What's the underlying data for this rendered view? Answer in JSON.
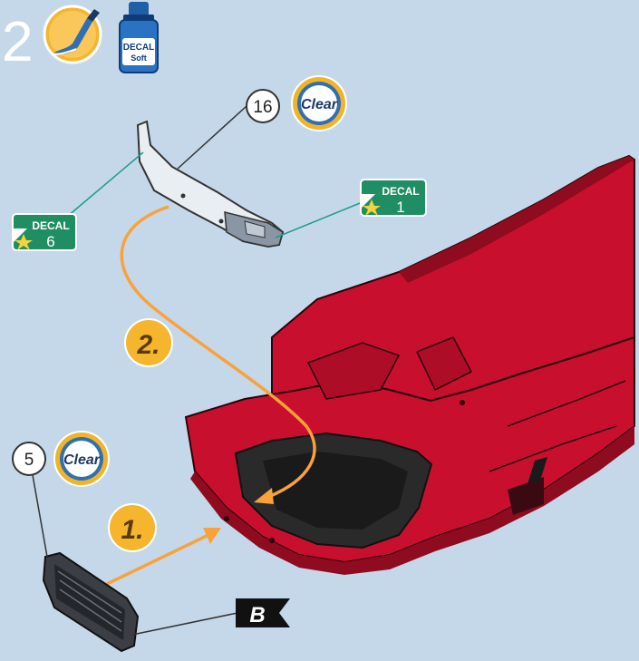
{
  "step": {
    "number": "2"
  },
  "tools": {
    "brush_icon": "paintbrush-icon",
    "decal_bottle": {
      "icon": "decal-soft-bottle-icon",
      "line1": "DECAL",
      "line2": "Soft"
    }
  },
  "parts": [
    {
      "id": "part-16",
      "number": "16",
      "paint_label": "Clear"
    },
    {
      "id": "part-5",
      "number": "5",
      "paint_label": "Clear"
    }
  ],
  "decals": [
    {
      "id": "decal-6",
      "label": "DECAL",
      "number": "6"
    },
    {
      "id": "decal-1",
      "label": "DECAL",
      "number": "1"
    }
  ],
  "assembly_steps": [
    {
      "id": "step-1",
      "label": "1."
    },
    {
      "id": "step-2",
      "label": "2."
    }
  ],
  "marker": {
    "label": "B"
  },
  "colors": {
    "background": "#c5d8e9",
    "body_red": "#c8102e",
    "body_red_shadow": "#8f0b1f",
    "arrow_orange": "#f9a23c",
    "step_badge": "#f5b62e",
    "decal_green": "#1f8f63",
    "leader_teal": "#1a9c8f",
    "clear_badge_ring": "#f0b429",
    "clear_badge_fill": "#2f6fb3"
  }
}
